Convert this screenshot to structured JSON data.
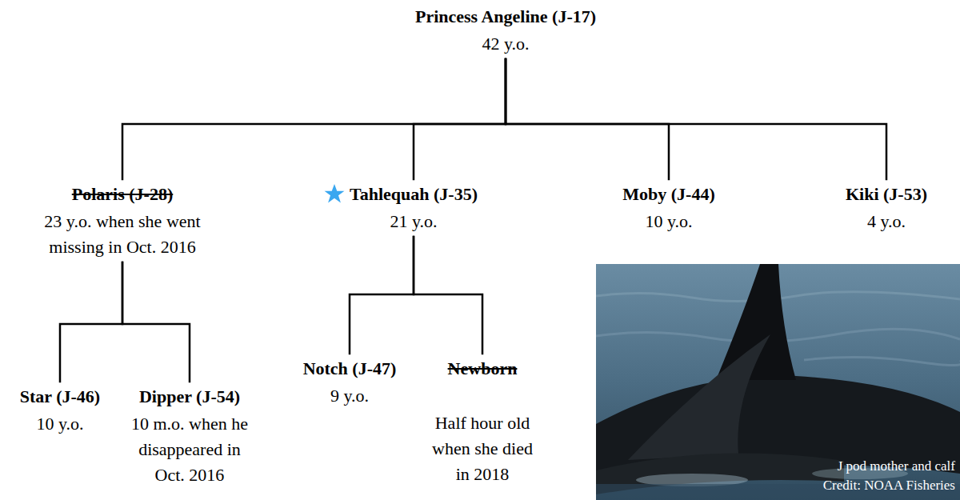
{
  "diagram": {
    "nodes": [
      {
        "text": [
          "Princess Angeline (J-17)",
          "42 y.o."
        ]
      },
      {
        "text": [
          "Polaris (J-28)",
          "23 y.o. when she went missing in Oct. 2016"
        ]
      },
      {
        "text": [
          "Tahlequah (J-35)",
          "21 y.o."
        ]
      },
      {
        "text": [
          "Moby (J-44)",
          "10 y.o."
        ]
      },
      {
        "text": [
          "Kiki (J-53)",
          "4 y.o."
        ]
      },
      {
        "text": [
          "Star (J-46)",
          "10 y.o."
        ]
      },
      {
        "text": [
          "Dipper (J-54)",
          "10 m.o. when he disappeared in Oct. 2016"
        ]
      },
      {
        "text": [
          "Notch (J-47)",
          "9 y.o."
        ]
      },
      {
        "text": [
          "Newborn",
          "Half hour old when she died in 2018"
        ]
      }
    ],
    "edges": [
      {
        "from": 0,
        "to": 1,
        "arrow": "none"
      },
      {
        "from": 0,
        "to": 2,
        "arrow": "none"
      },
      {
        "from": 0,
        "to": 3,
        "arrow": "none"
      },
      {
        "from": 0,
        "to": 4,
        "arrow": "none"
      },
      {
        "from": 1,
        "to": 5,
        "arrow": "none"
      },
      {
        "from": 1,
        "to": 6,
        "arrow": "none"
      },
      {
        "from": 2,
        "to": 7,
        "arrow": "none"
      },
      {
        "from": 2,
        "to": 8,
        "arrow": "none"
      }
    ],
    "labels": [
      "J pod mother and calf",
      "Credit: NOAA Fisheries"
    ]
  }
}
